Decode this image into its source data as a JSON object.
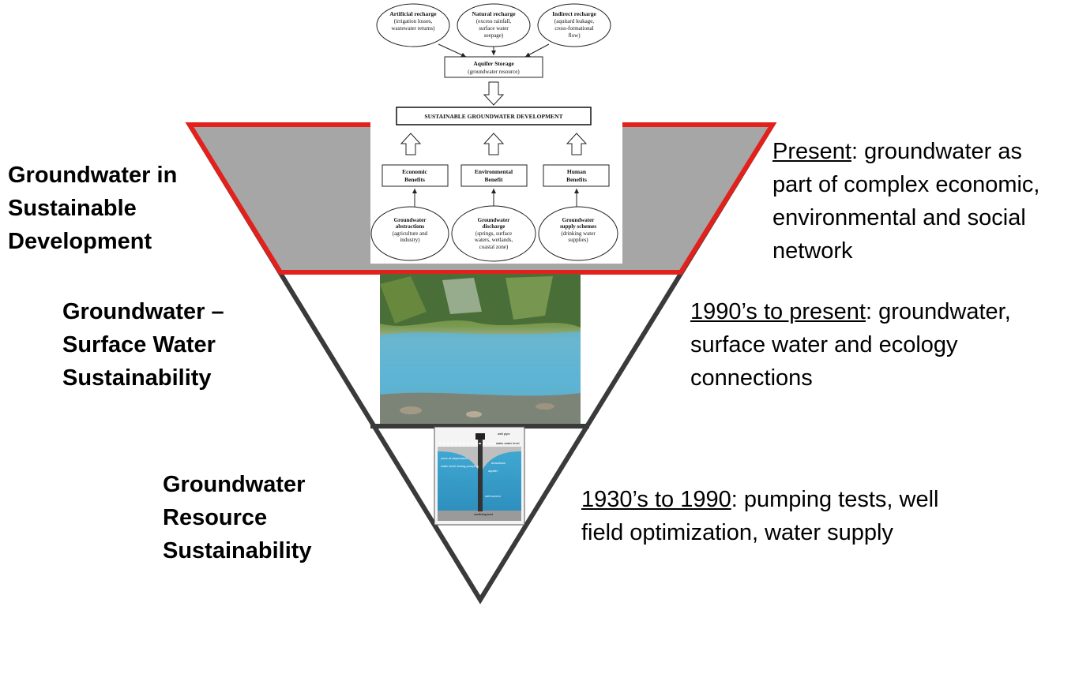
{
  "levels": [
    {
      "label_lines": [
        "Groundwater in",
        "Sustainable",
        "Development"
      ],
      "period": "Present",
      "desc_rest_first": ": groundwater as",
      "desc_lines": [
        "part of complex economic,",
        "environmental and social",
        "network"
      ]
    },
    {
      "label_lines": [
        "Groundwater –",
        "Surface Water",
        "Sustainability"
      ],
      "period": "1990’s to present",
      "desc_rest_first": ": groundwater,",
      "desc_lines": [
        "surface water and ecology",
        "connections"
      ]
    },
    {
      "label_lines": [
        "Groundwater",
        "Resource",
        "Sustainability"
      ],
      "period": "1930’s to 1990",
      "desc_rest_first": ": pumping tests, well",
      "desc_lines": [
        "field optimization, water supply"
      ]
    }
  ],
  "flowchart": {
    "recharge_sources": [
      {
        "title": "Artificial recharge",
        "lines": [
          "(irrigation losses,",
          "wastewater returns)"
        ]
      },
      {
        "title": "Natural recharge",
        "lines": [
          "(excess rainfall,",
          "surface water",
          "seepage)"
        ]
      },
      {
        "title": "Indirect recharge",
        "lines": [
          "(aquitard leakage,",
          "cross-formational",
          "flow)"
        ]
      }
    ],
    "storage_title": "Aquifer Storage",
    "storage_sub": "(groundwater resource)",
    "goal": "SUSTAINABLE GROUNDWATER DEVELOPMENT",
    "benefits": [
      {
        "lines": [
          "Economic",
          "Benefits"
        ]
      },
      {
        "lines": [
          "Environmental",
          "Benefit"
        ]
      },
      {
        "lines": [
          "Human",
          "Benefits"
        ]
      }
    ],
    "uses": [
      {
        "title_lines": [
          "Groundwater",
          "abstractions"
        ],
        "lines": [
          "(agriculture and",
          "industry)"
        ]
      },
      {
        "title_lines": [
          "Groundwater",
          "discharge"
        ],
        "lines": [
          "(springs, surface",
          "waters, wetlands,",
          "coastal zone)"
        ]
      },
      {
        "title_lines": [
          "Groundwater",
          "supply schemes"
        ],
        "lines": [
          "(drinking water",
          "supplies)"
        ]
      }
    ]
  },
  "well_diagram": {
    "labels": [
      "well pipe",
      "static water level",
      "cone of depression",
      "drawdown",
      "water level during pumping",
      "aquifer",
      "well screen",
      "confining bed"
    ]
  },
  "colors": {
    "top_band_fill": "#a6a6a6",
    "top_band_stroke": "#e3211c",
    "triangle_stroke": "#3a3a3a",
    "water_blue": "#3aa3cf"
  }
}
